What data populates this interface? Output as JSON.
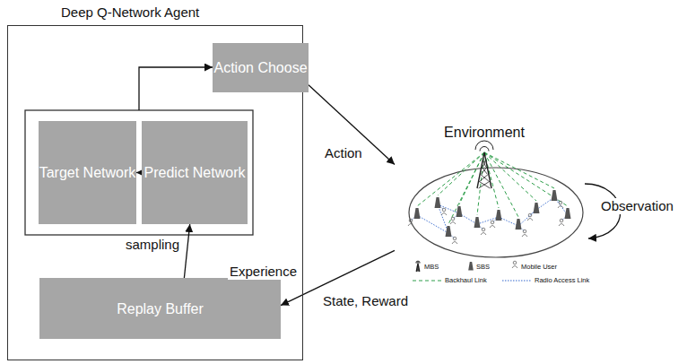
{
  "diagram": {
    "nodes": [
      {
        "text": [
          "Deep Q-Network Agent"
        ]
      },
      {
        "text": [
          "Action Choose"
        ],
        "in": 0
      },
      {
        "text": [
          "Target Network"
        ],
        "in": 0
      },
      {
        "text": [
          "Predict Network"
        ],
        "in": 0
      },
      {
        "text": [
          "Replay Buffer"
        ],
        "in": 0
      },
      {
        "text": [
          "Environment"
        ]
      }
    ],
    "edges": [
      {
        "from": 3,
        "to": 2,
        "arrow": "to"
      },
      {
        "from": 1,
        "to": 5,
        "label": "Action",
        "arrow": "to"
      },
      {
        "from": 5,
        "to": 4,
        "label": "State, Reward",
        "arrow": "to"
      },
      {
        "from": 4,
        "to": 3,
        "label": "sampling",
        "arrow": "to"
      }
    ],
    "labels": [
      "Experience",
      "Observation"
    ],
    "legend": [
      {
        "text": "MBS"
      },
      {
        "text": "SBS"
      },
      {
        "text": "Mobile User"
      },
      {
        "text": "Backhaul Link"
      },
      {
        "text": "Radio Access Link"
      }
    ]
  }
}
